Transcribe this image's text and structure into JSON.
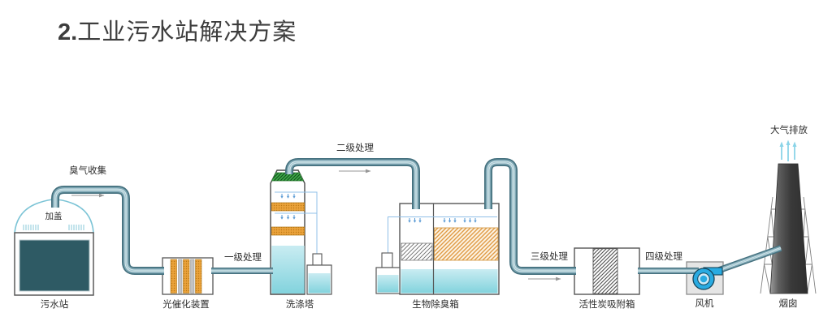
{
  "title": {
    "number": "2.",
    "text": "工业污水站解决方案"
  },
  "labels": {
    "odor_collection": "臭气收集",
    "cover": "加盖",
    "sewage_station": "污水站",
    "photocatalytic": "光催化装置",
    "stage1": "一级处理",
    "scrubber": "洗涤塔",
    "stage2": "二级处理",
    "bio_box": "生物除臭箱",
    "stage3": "三级处理",
    "carbon_box": "活性炭吸附箱",
    "stage4": "四级处理",
    "fan": "风机",
    "chimney": "烟囱",
    "emission": "大气排放"
  },
  "colors": {
    "pipe_dark": "#44707e",
    "pipe_light": "#d9e9ed",
    "sewage_liquid": "#2e5a64",
    "water": "#82d3dd",
    "packing_orange": "#eaa23b",
    "demister_green": "#3fae49",
    "fan_blue": "#29abe2",
    "chimney_gray": "#3a3a3a",
    "spray_blue": "#5b9bd5",
    "dome_blue": "#7cc4d6"
  }
}
